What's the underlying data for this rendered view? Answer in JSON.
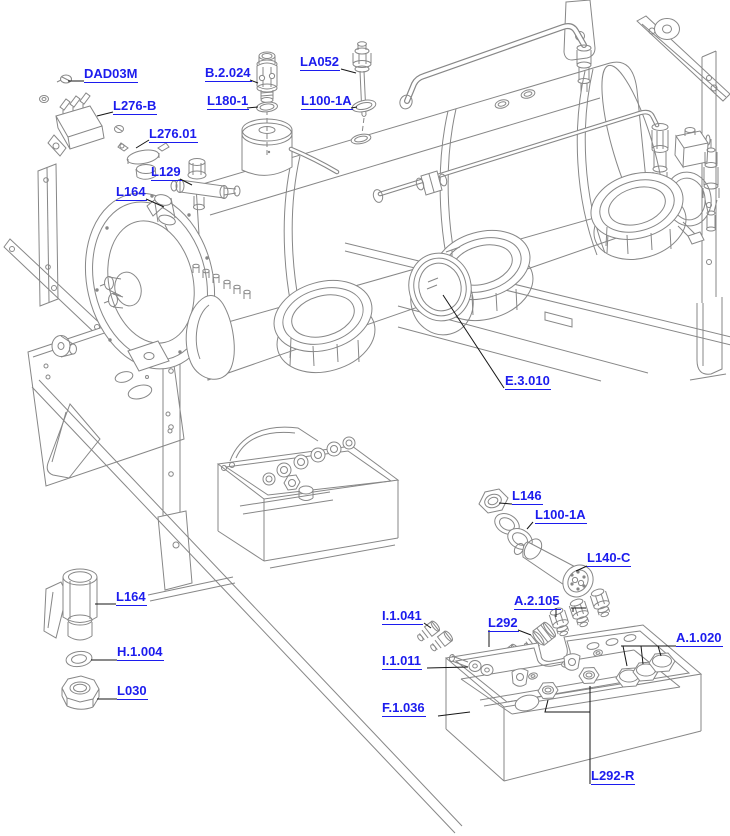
{
  "diagram": {
    "description": "Exploded parts diagram of boiler and frame assembly",
    "colors": {
      "background": "#ffffff",
      "label": "#1c1cee",
      "line_art": "#878787",
      "leader_line": "#161616"
    },
    "labels": [
      {
        "text": "DAD03M"
      },
      {
        "text": "L276-B"
      },
      {
        "text": "L276.01"
      },
      {
        "text": "L129"
      },
      {
        "text": "L164"
      },
      {
        "text": "B.2.024"
      },
      {
        "text": "L180-1"
      },
      {
        "text": "LA052"
      },
      {
        "text": "L100-1A"
      },
      {
        "text": "E.3.010"
      },
      {
        "text": "L146"
      },
      {
        "text": "L100-1A"
      },
      {
        "text": "L140-C"
      },
      {
        "text": "A.2.105"
      },
      {
        "text": "L292"
      },
      {
        "text": "A.1.020"
      },
      {
        "text": "I.1.041"
      },
      {
        "text": "I.1.011"
      },
      {
        "text": "F.1.036"
      },
      {
        "text": "L292-R"
      },
      {
        "text": "L164"
      },
      {
        "text": "H.1.004"
      },
      {
        "text": "L030"
      }
    ]
  }
}
